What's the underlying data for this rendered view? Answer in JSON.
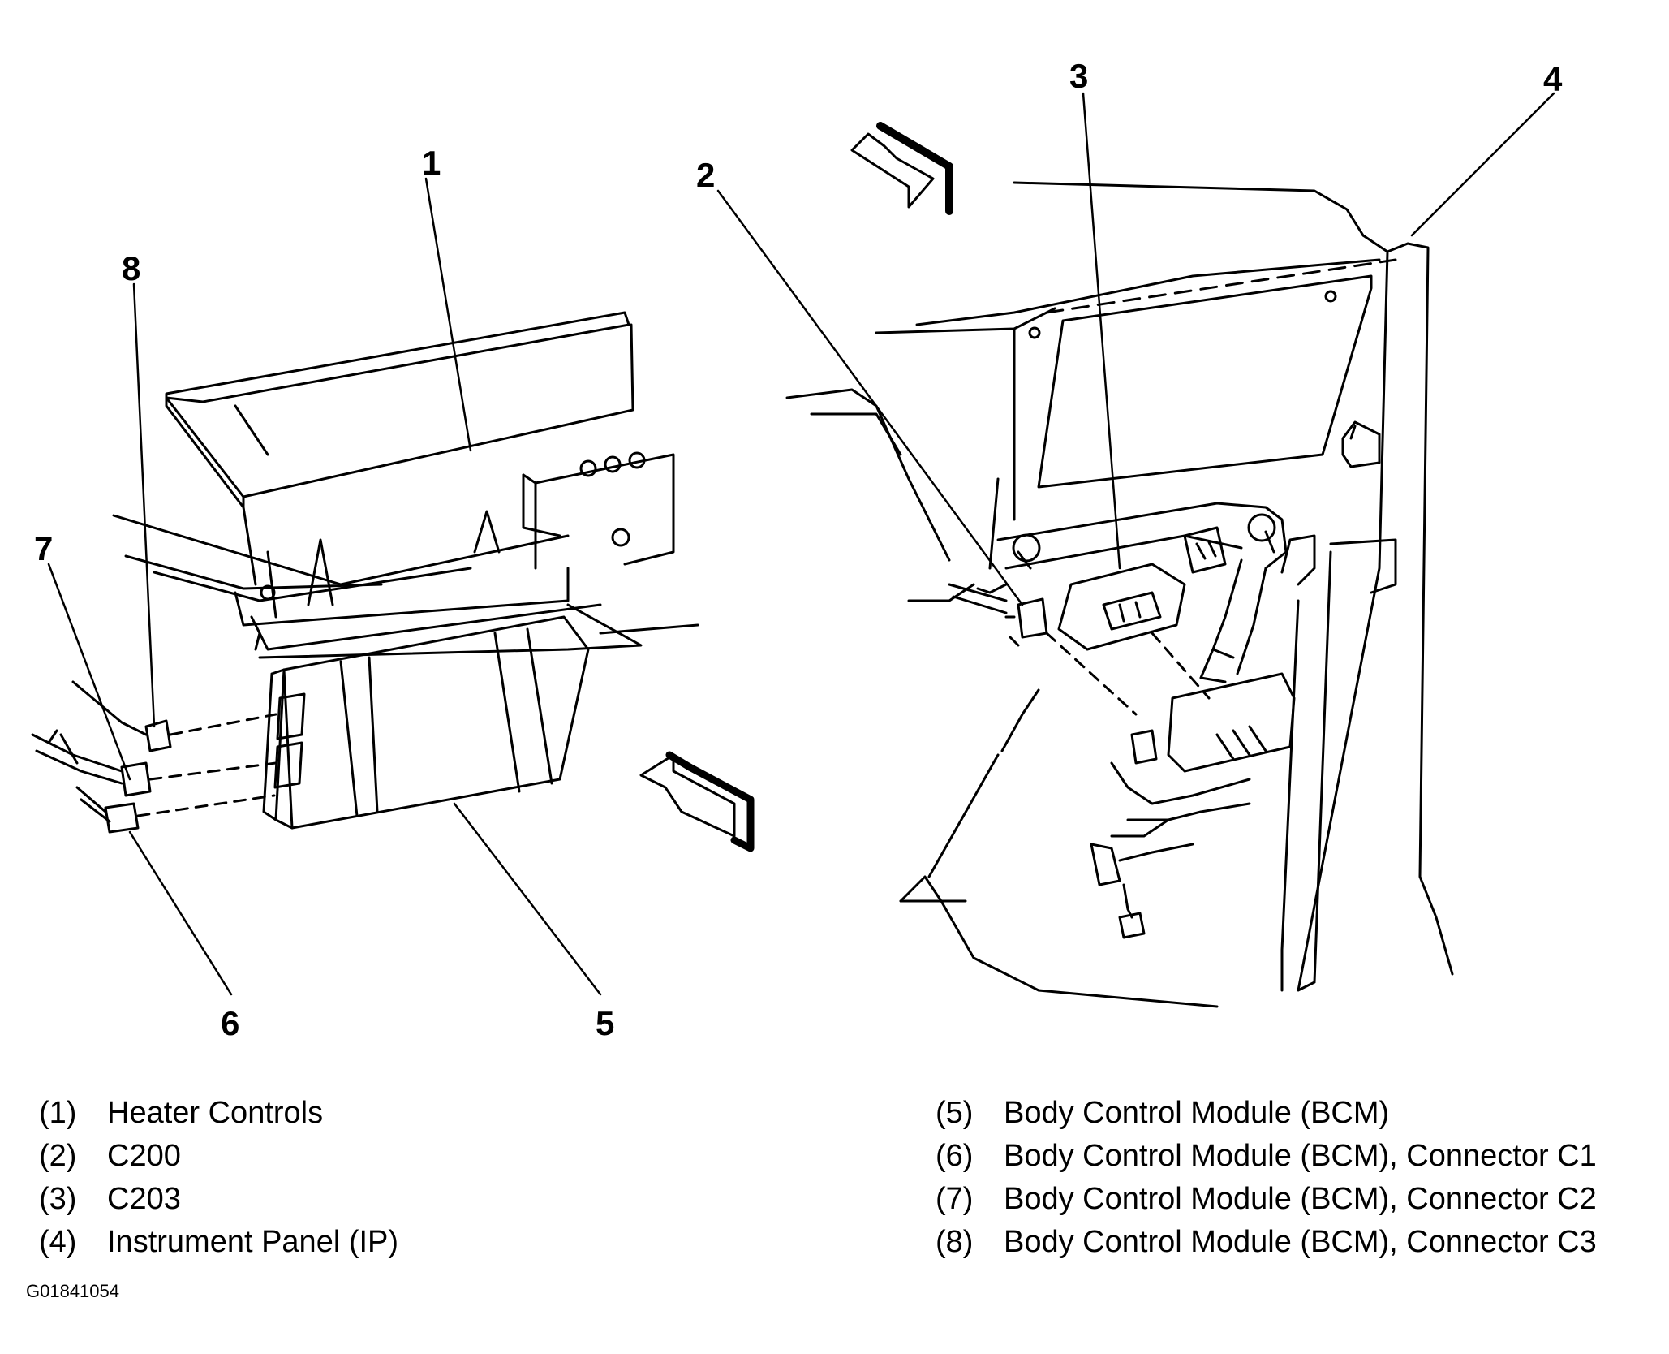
{
  "callouts": [
    {
      "number": "1"
    },
    {
      "number": "2"
    },
    {
      "number": "3"
    },
    {
      "number": "4"
    },
    {
      "number": "5"
    },
    {
      "number": "6"
    },
    {
      "number": "7"
    },
    {
      "number": "8"
    }
  ],
  "legend": {
    "left": [
      {
        "num": "(1)",
        "text": "Heater Controls"
      },
      {
        "num": "(2)",
        "text": "C200"
      },
      {
        "num": "(3)",
        "text": "C203"
      },
      {
        "num": "(4)",
        "text": "Instrument Panel (IP)"
      }
    ],
    "right": [
      {
        "num": "(5)",
        "text": "Body Control Module (BCM)"
      },
      {
        "num": "(6)",
        "text": "Body Control Module (BCM), Connector C1"
      },
      {
        "num": "(7)",
        "text": "Body Control Module (BCM), Connector C2"
      },
      {
        "num": "(8)",
        "text": "Body Control Module (BCM), Connector C3"
      }
    ]
  },
  "figure_id": "G01841054",
  "colors": {
    "ink": "#000000",
    "paper": "#ffffff"
  }
}
